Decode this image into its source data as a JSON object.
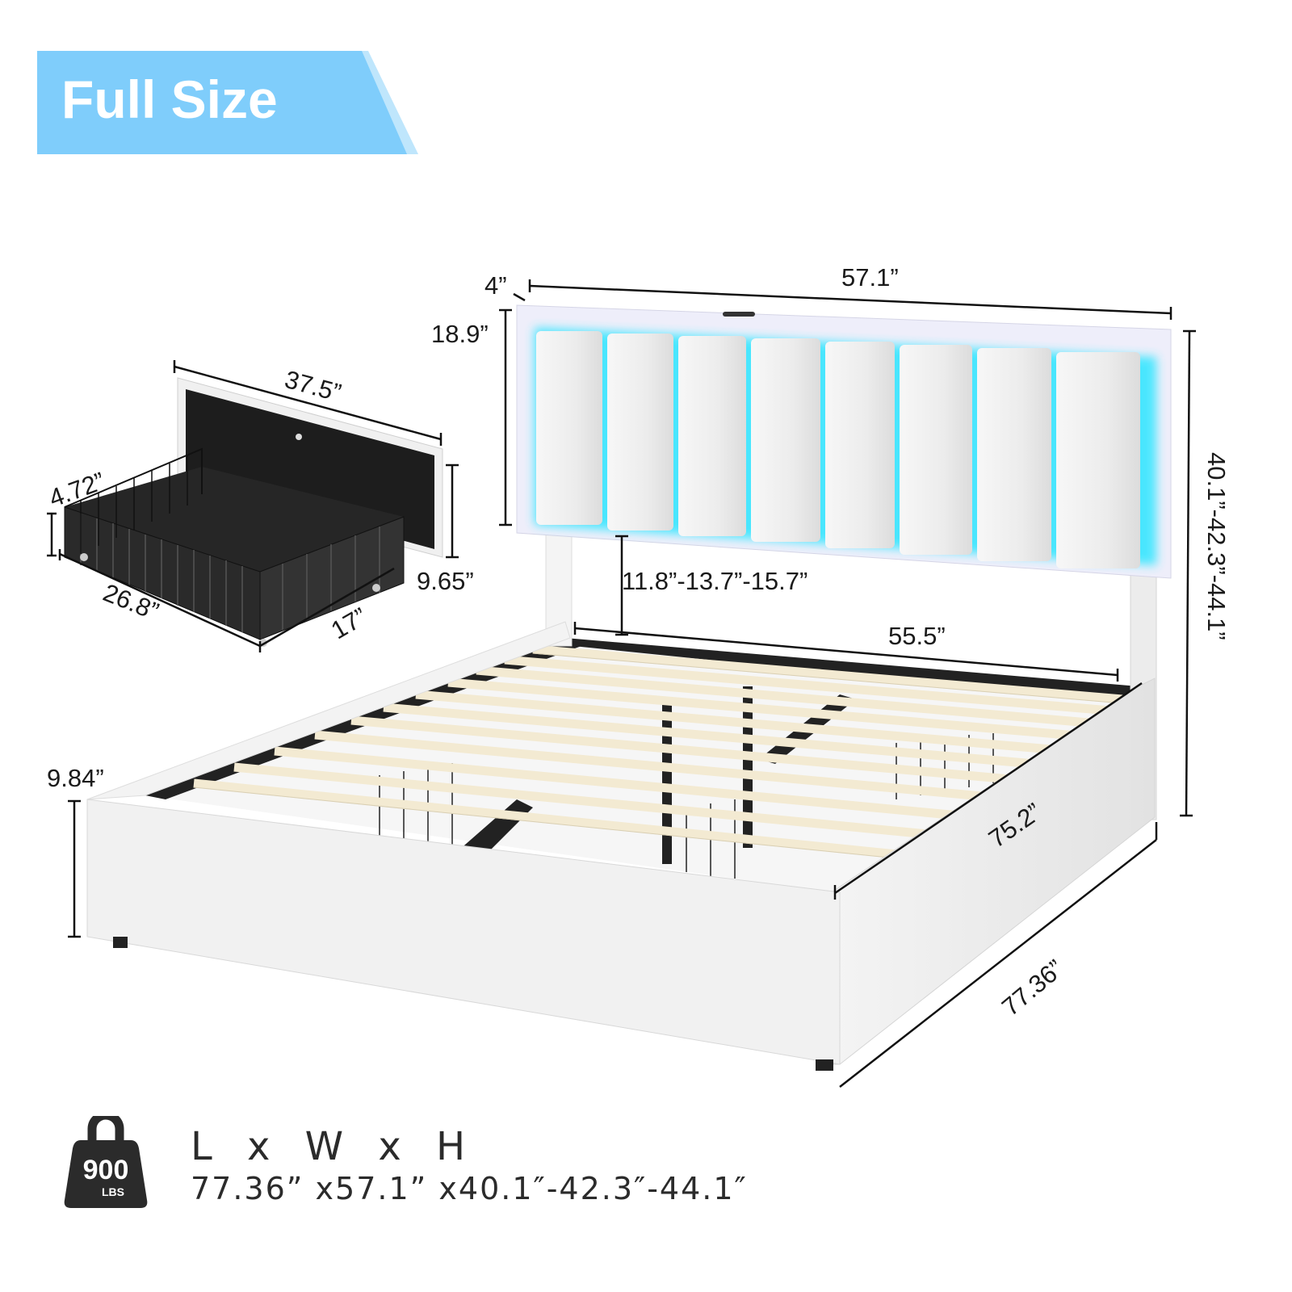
{
  "banner": {
    "title": "Full Size",
    "color": "#7fcdfb",
    "accent_color": "#bfe6fc"
  },
  "headboard": {
    "depth_label": "4”",
    "width_label": "57.1”",
    "panel_height_label": "18.9”",
    "total_height_label": "40.1”-42.3”-44.1”",
    "adjustable_gap_label": "11.8”-13.7”-15.7”",
    "panel_count": 8,
    "led_color": "#38e6ff"
  },
  "drawer": {
    "length_label": "37.5”",
    "basket_height_label": "4.72”",
    "front_height_label": "9.65”",
    "depth_label": "26.8”",
    "width_label": "17”"
  },
  "bed_frame": {
    "inner_width_label": "55.5”",
    "inner_length_label": "75.2”",
    "outer_length_label": "77.36”",
    "rail_height_label": "9.84”",
    "slat_color": "#f3ead2",
    "frame_color": "#f2f2f2"
  },
  "footer": {
    "weight_value": "900",
    "weight_unit": "LBS",
    "heading": "L x W x H",
    "dimensions": "77.36” x57.1” x40.1″-42.3″-44.1″"
  }
}
